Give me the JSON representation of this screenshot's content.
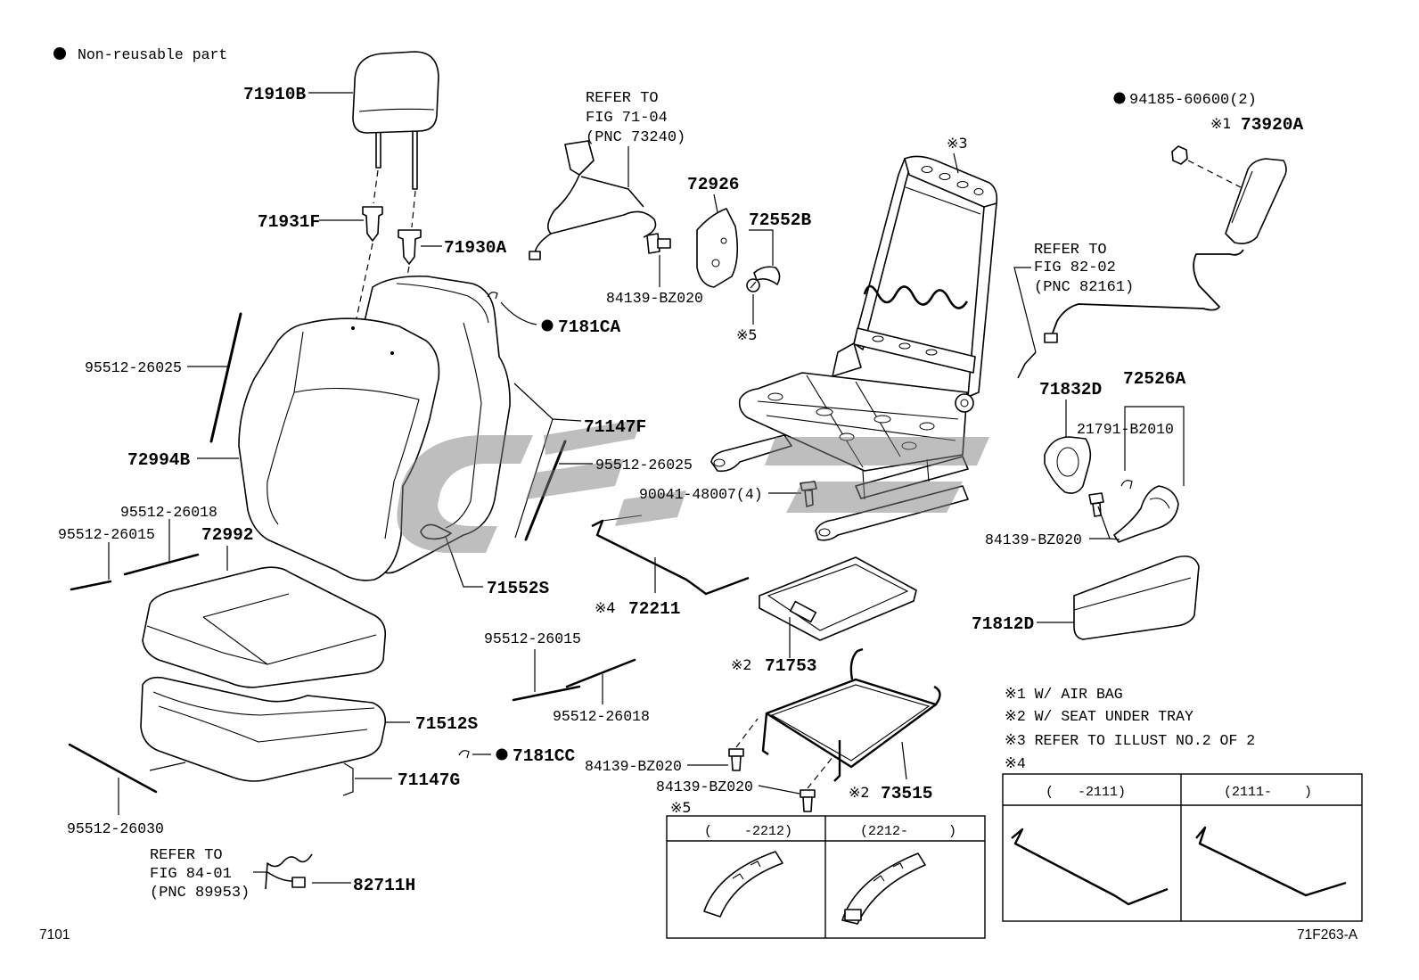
{
  "legend": {
    "text": "Non-reusable part"
  },
  "parts": {
    "headrest": "71910B",
    "guide_left": "71931F",
    "guide_right": "71930A",
    "back_cover": "72994B",
    "back_pad": "71147F",
    "back_wire_left": "95512-26025",
    "back_wire_right": "95512-26025",
    "back_hook": "71552S",
    "back_clip": "7181CA",
    "cushion_cover": "72992",
    "cushion_pad": "71512S",
    "cushion_under": "71147G",
    "cushion_wire_a": "95512-26018",
    "cushion_wire_b": "95512-26015",
    "cushion_wire_c": "95512-26030",
    "cushion_clip": "7181CC",
    "harness_clamp": "82711H",
    "shield": "72926",
    "shield_screw": "84139-BZ020",
    "shield_clip": "72552B",
    "shield_note_mark": "※5",
    "frame_note_mark": "※3",
    "airbag_nut": "94185-60600(2)",
    "airbag_mark": "※1",
    "airbag": "73920A",
    "inner_cover": "71832D",
    "lever_knob": "72526A",
    "knob_clip": "21791-B2010",
    "knob_screw": "84139-BZ020",
    "side_shield": "71812D",
    "frame_bolt": "90041-48007(4)",
    "rod_mark": "※4",
    "rod": "72211",
    "mid_wire_a": "95512-26015",
    "mid_wire_b": "95512-26018",
    "tray_mark": "※2",
    "tray": "71753",
    "tray_frame_mark": "※2",
    "tray_frame": "73515",
    "tray_screw_a": "84139-BZ020",
    "tray_screw_b": "84139-BZ020"
  },
  "references": {
    "belt": [
      "REFER TO",
      "FIG 71-04",
      "(PNC 73240)"
    ],
    "airbag_wire": [
      "REFER TO",
      "FIG 82-02",
      "(PNC 82161)"
    ],
    "harness": [
      "REFER TO",
      "FIG 84-01",
      "(PNC 89953)"
    ]
  },
  "notes": [
    "※1 W/ AIR BAG",
    "※2 W/ SEAT UNDER TRAY",
    "※3 REFER TO ILLUST NO.2 OF 2",
    "※4"
  ],
  "variant_table_4": {
    "headers": [
      "(   -2111)",
      "(2111-    )"
    ]
  },
  "variant_table_5": {
    "mark": "※5",
    "headers": [
      "(    -2212)",
      "(2212-     )"
    ]
  },
  "footer": {
    "illustration_no": "7101",
    "figure_code": "71F263-A"
  }
}
